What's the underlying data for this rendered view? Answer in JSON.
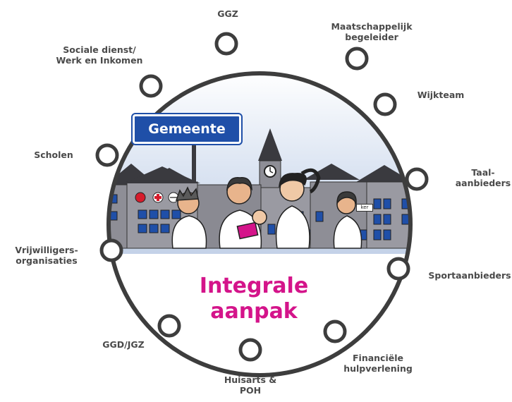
{
  "diagram": {
    "sign_label": "Gemeente",
    "center_title": [
      "Integrale",
      "aanpak"
    ],
    "shop_sign": "ker",
    "colors": {
      "ring": "#3d3d3d",
      "sign_blue": "#1f4fa8",
      "center_pink": "#d4148a",
      "sky": "#c9d6ea",
      "buildings": "#8e8e96",
      "roofs": "#3a3a3f"
    },
    "nodes": [
      {
        "id": "ggz",
        "lines": [
          "GGZ"
        ]
      },
      {
        "id": "maatschappelijk-begeleider",
        "lines": [
          "Maatschappelijk",
          "begeleider"
        ]
      },
      {
        "id": "wijkteam",
        "lines": [
          "Wijkteam"
        ]
      },
      {
        "id": "taalaanbieders",
        "lines": [
          "Taal-",
          "aanbieders"
        ]
      },
      {
        "id": "sportaanbieders",
        "lines": [
          "Sportaanbieders"
        ]
      },
      {
        "id": "financiele-hulpverlening",
        "lines": [
          "Financiële",
          "hulpverlening"
        ]
      },
      {
        "id": "huisarts-poh",
        "lines": [
          "Huisarts &",
          "POH"
        ]
      },
      {
        "id": "ggd-jgz",
        "lines": [
          "GGD/JGZ"
        ]
      },
      {
        "id": "vrijwilligersorganisaties",
        "lines": [
          "Vrijwilligers-",
          "organisaties"
        ]
      },
      {
        "id": "scholen",
        "lines": [
          "Scholen"
        ]
      },
      {
        "id": "sociale-dienst",
        "lines": [
          "Sociale dienst/",
          "Werk en Inkomen"
        ]
      }
    ]
  }
}
